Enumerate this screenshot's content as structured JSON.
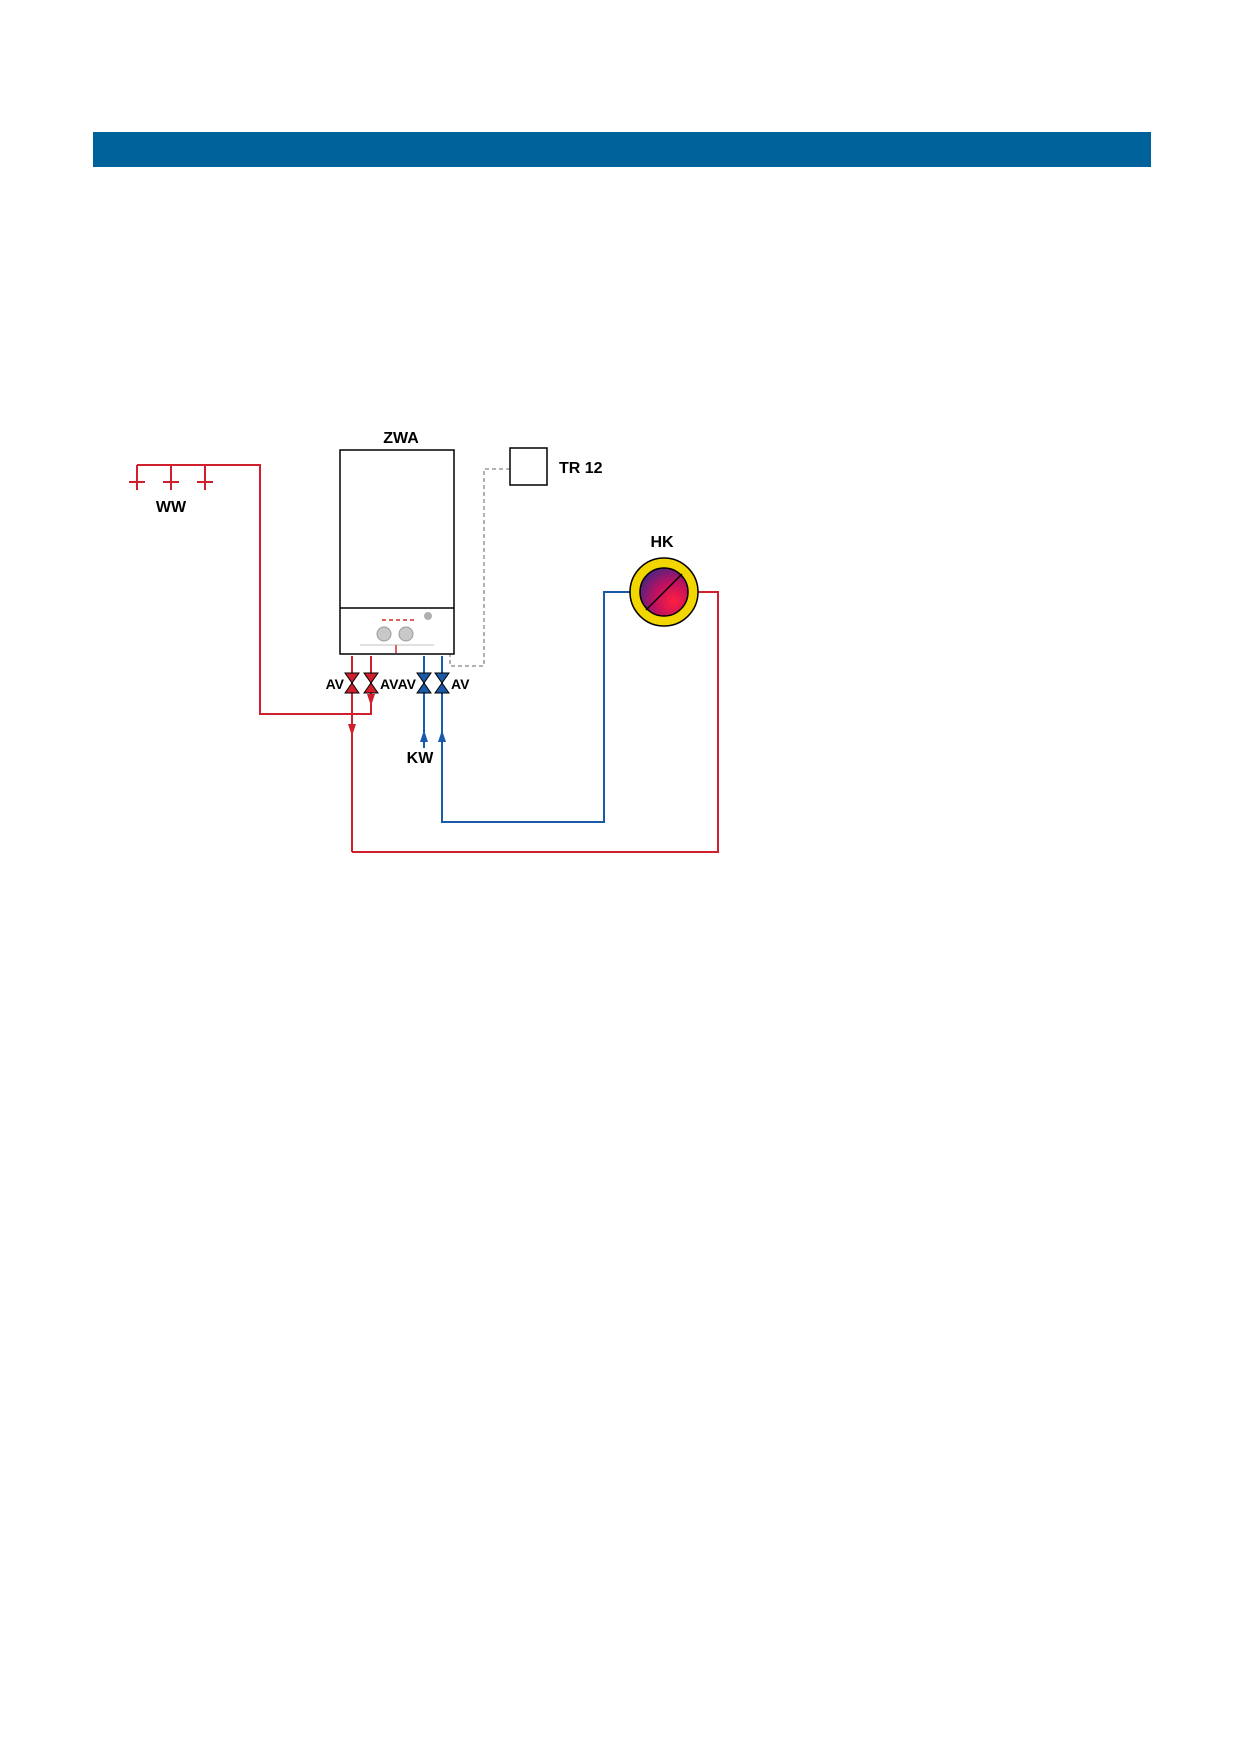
{
  "header": {
    "band_color": "#00629b"
  },
  "labels": {
    "boiler": "ZWA",
    "thermostat": "TR 12",
    "heating_circuit": "HK",
    "hot_water": "WW",
    "cold_water": "KW",
    "valve": "AV"
  },
  "colors": {
    "hot_pipe": "#d0202e",
    "cold_pipe": "#1a5aa8",
    "control_line": "#9a9a9a",
    "pump_ring": "#f2d600",
    "pump_hot": "#e01030",
    "pump_cold": "#2a2a8a"
  },
  "icons": {
    "boiler": "wall-boiler-icon",
    "thermostat": "thermostat-box-icon",
    "pump": "heating-pump-icon",
    "valve": "shutoff-valve-icon",
    "tap": "tap-outlet-icon"
  }
}
